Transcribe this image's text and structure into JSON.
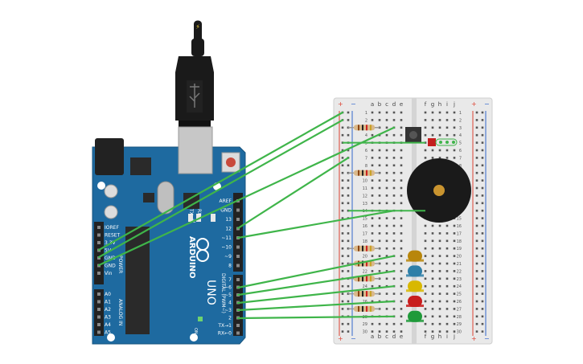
{
  "board": {
    "brand": "ARDUINO",
    "model": "UNO",
    "on_label": "ON",
    "tx_label": "TX",
    "rx_label": "RX",
    "l_label": "L",
    "digital_label": "DIGITAL (PWM~)",
    "power_label": "POWER",
    "analog_label": "ANALOG IN",
    "top_pins": [
      "AREF",
      "GND",
      "13",
      "12",
      "~11",
      "~10",
      "~9",
      "8"
    ],
    "bottom_pins": [
      "7",
      "~6",
      "~5",
      "4",
      "~3",
      "2",
      "TX→1",
      "RX←0"
    ],
    "power_pins": [
      "IOREF",
      "RESET",
      "3.3V",
      "5V",
      "GND",
      "GND",
      "Vin"
    ],
    "analog_pins": [
      "A0",
      "A1",
      "A2",
      "A3",
      "A4",
      "A5"
    ]
  },
  "breadboard": {
    "columns_left": [
      "a",
      "b",
      "c",
      "d",
      "e"
    ],
    "columns_right": [
      "f",
      "g",
      "h",
      "i",
      "j"
    ],
    "rows": [
      "1",
      "2",
      "3",
      "4",
      "5",
      "6",
      "7",
      "8",
      "9",
      "10",
      "11",
      "12",
      "13",
      "14",
      "15",
      "16",
      "17",
      "18",
      "19",
      "20",
      "21",
      "22",
      "23",
      "24",
      "25",
      "26",
      "27",
      "28",
      "29",
      "30"
    ],
    "plus": "+",
    "minus": "−"
  },
  "components": {
    "leds": [
      "#b8860b",
      "#2e7fa8",
      "#d8b800",
      "#c81e1e",
      "#1f9a3a"
    ],
    "wire_color": "#3fb54a",
    "board_color": "#1e6aa0",
    "usb_color": "#1a1a1a"
  }
}
